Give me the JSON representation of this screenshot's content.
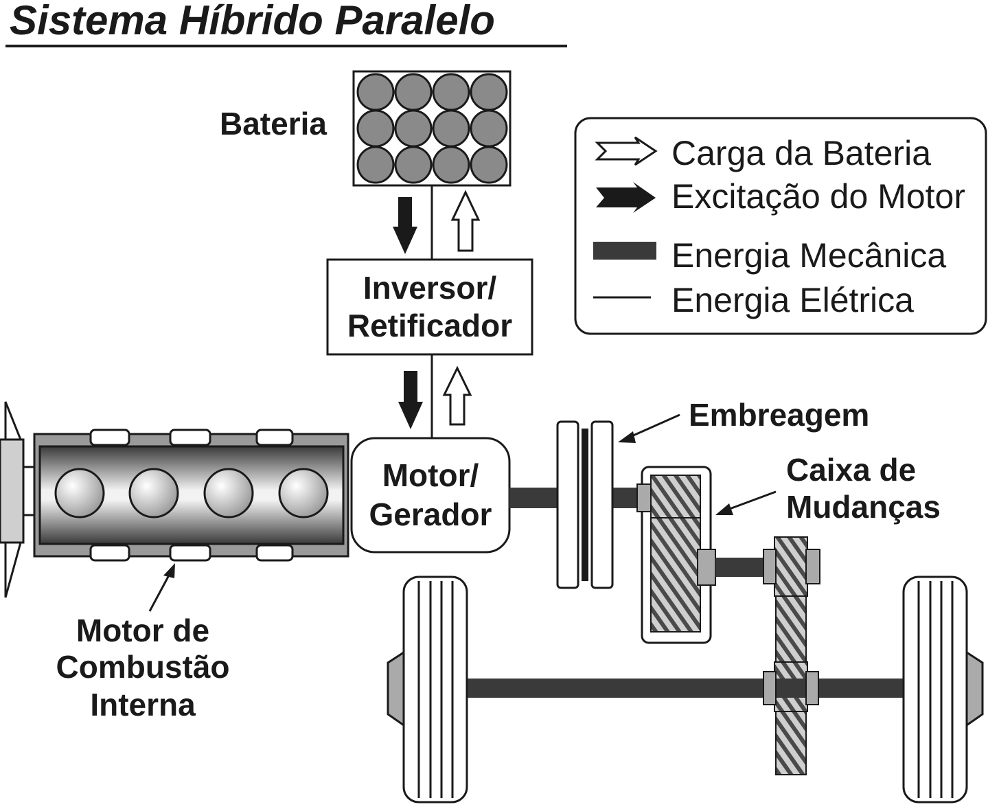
{
  "diagram": {
    "title": "Sistema Híbrido Paralelo",
    "components": {
      "battery": "Bateria",
      "inverter_line1": "Inversor/",
      "inverter_line2": "Retificador",
      "motor_line1": "Motor/",
      "motor_line2": "Gerador",
      "clutch": "Embreagem",
      "gearbox_line1": "Caixa de",
      "gearbox_line2": "Mudanças",
      "engine_line1": "Motor de",
      "engine_line2": "Combustão",
      "engine_line3": "Interna"
    },
    "legend": {
      "battery_charge": "Carga da Bateria",
      "motor_drive": "Excitação do Motor",
      "mechanical_energy": "Energia Mecânica",
      "electrical_energy": "Energia Elétrica"
    },
    "colors": {
      "ink": "#1a1a1a",
      "shaft": "#3a3a3a",
      "cell": "#8a8a8a",
      "housing": "#9a9a9a",
      "background": "#ffffff"
    }
  }
}
